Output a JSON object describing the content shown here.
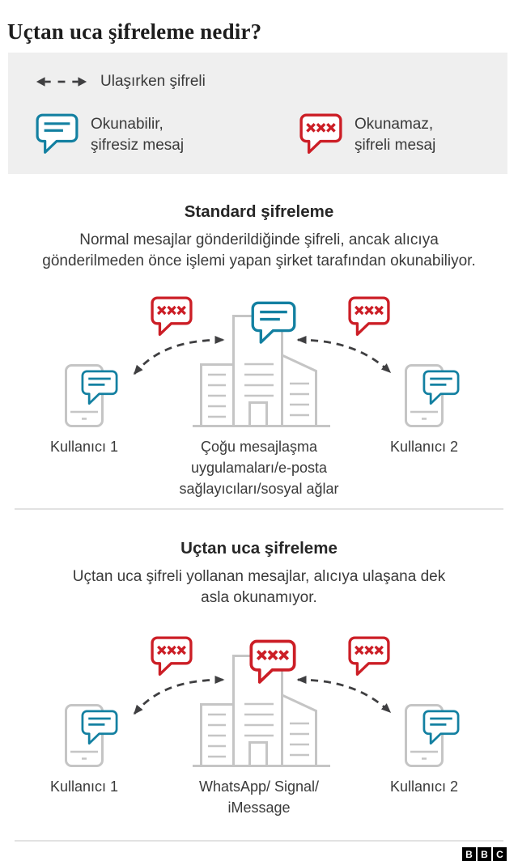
{
  "title": "Uçtan uca şifreleme nedir?",
  "legend": {
    "transit_label": "Ulaşırken şifreli",
    "readable_label": "Okunabilir,\nşifresiz mesaj",
    "encrypted_label": "Okunamaz,\nşifreli mesaj"
  },
  "sections": [
    {
      "heading": "Standard şifreleme",
      "description": "Normal mesajlar gönderildiğinde şifreli, ancak alıcıya\ngönderilmeden önce işlemi yapan şirket tarafından okunabiliyor.",
      "left_label": "Kullanıcı 1",
      "center_label": "Çoğu mesajlaşma\nuygulamaları/e-posta\nsağlayıcıları/sosyal ağlar",
      "right_label": "Kullanıcı 2",
      "server_bubble": "readable"
    },
    {
      "heading": "Uçtan uca şifreleme",
      "description": "Uçtan uca şifreli yollanan mesajlar, alıcıya ulaşana dek\nasla okunamıyor.",
      "left_label": "Kullanıcı 1",
      "center_label": "WhatsApp/ Signal/\niMessage",
      "right_label": "Kullanıcı 2",
      "server_bubble": "encrypted"
    }
  ],
  "icons": {
    "transit": "dashed-double-arrow",
    "readable": "speech-bubble-with-lines",
    "encrypted": "speech-bubble-with-xxx",
    "user": "smartphone",
    "provider": "office-buildings"
  },
  "footer": {
    "logo_letters": [
      "B",
      "B",
      "C"
    ]
  },
  "colors": {
    "readable": "#1380A1",
    "encrypted": "#CC1E26",
    "device": "#C5C5C5",
    "arrow": "#3F3F41",
    "text": "#3A3A3A",
    "heading": "#262626",
    "title": "#1D1D1D",
    "legend_bg": "#EFEFEF",
    "divider": "#E2E2E2",
    "logo_bg": "#000000"
  }
}
